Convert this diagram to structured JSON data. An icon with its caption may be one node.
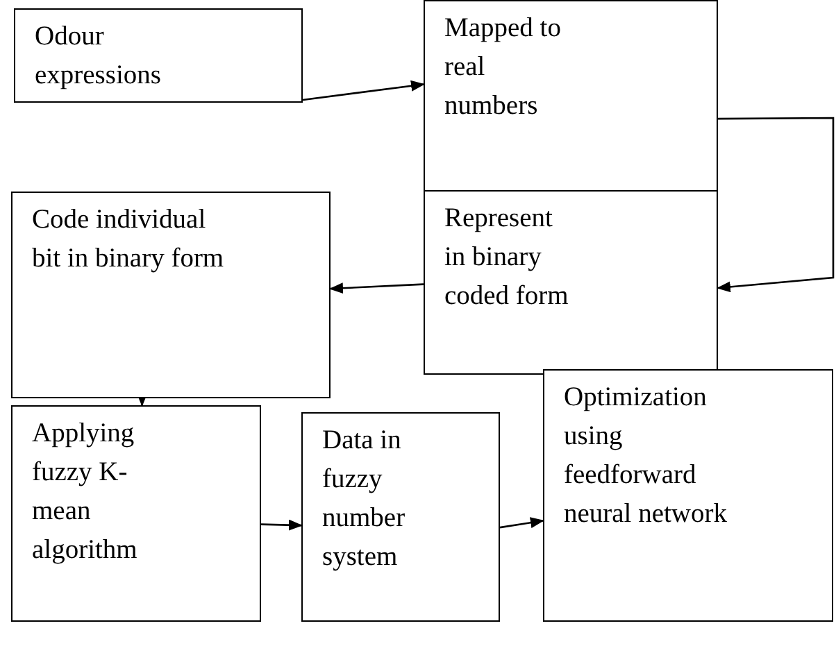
{
  "diagram": {
    "nodes": [
      {
        "text": [
          "Odour expressions"
        ]
      },
      {
        "text": [
          "Mapped to real numbers"
        ]
      },
      {
        "text": [
          "Code individual bit in binary form"
        ]
      },
      {
        "text": [
          "Represent in binary coded form"
        ]
      },
      {
        "text": [
          "Applying fuzzy K-mean algorithm"
        ]
      },
      {
        "text": [
          "Data in fuzzy number system"
        ]
      },
      {
        "text": [
          "Optimization using feedforward neural network"
        ]
      }
    ],
    "edges": [
      {
        "from": 0,
        "to": 1,
        "arrow": "to"
      },
      {
        "from": 1,
        "to": 3,
        "arrow": "to"
      },
      {
        "from": 3,
        "to": 2,
        "arrow": "to"
      },
      {
        "from": 2,
        "to": 4,
        "arrow": "to"
      },
      {
        "from": 4,
        "to": 5,
        "arrow": "to"
      },
      {
        "from": 5,
        "to": 6,
        "arrow": "to"
      }
    ]
  }
}
